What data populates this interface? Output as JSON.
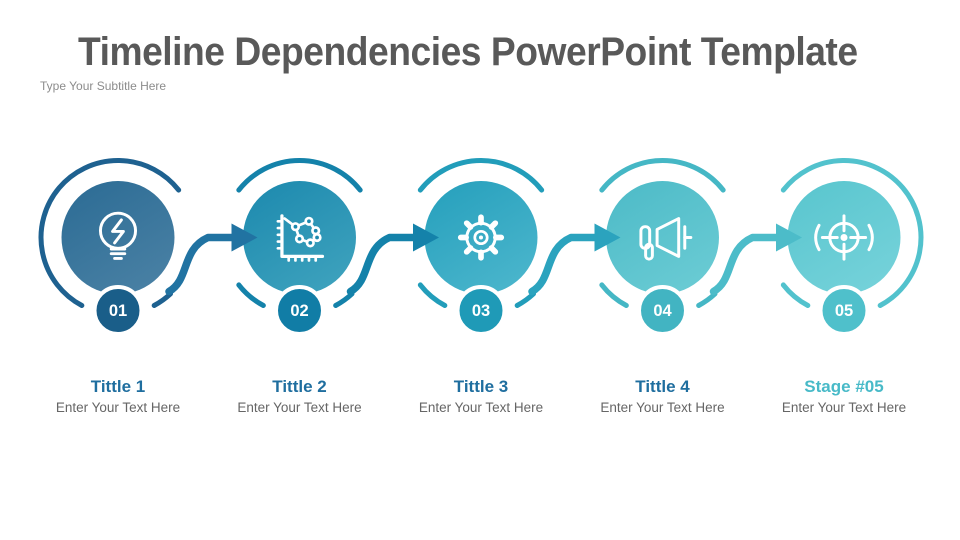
{
  "slide": {
    "title": "Timeline Dependencies PowerPoint Template",
    "subtitle": "Type Your Subtitle Here",
    "title_color": "#595959",
    "subtitle_color": "#8C8C8C",
    "background": "#FFFFFF"
  },
  "body_text_color": "#666666",
  "stages": [
    {
      "number": "01",
      "title": "Tittle 1",
      "body": "Enter Your Text Here",
      "icon": "lightbulb-icon",
      "title_color": "#1F6E9F",
      "ring_color": "#1E6190",
      "fill_from": "#2B6B94",
      "fill_to": "#477FA3",
      "badge_color": "#1A5E89",
      "connector_color": "#2173A2"
    },
    {
      "number": "02",
      "title": "Tittle 2",
      "body": "Enter Your Text Here",
      "icon": "chart-icon",
      "title_color": "#1F6E9F",
      "ring_color": "#1482AA",
      "fill_from": "#1C89AE",
      "fill_to": "#3BA0BC",
      "badge_color": "#117DA6",
      "connector_color": "#1482AA"
    },
    {
      "number": "03",
      "title": "Tittle 3",
      "body": "Enter Your Text Here",
      "icon": "gear-icon",
      "title_color": "#1F6E9F",
      "ring_color": "#229DBA",
      "fill_from": "#259FBC",
      "fill_to": "#48B4CB",
      "badge_color": "#1F9AB7",
      "connector_color": "#2BA3BE"
    },
    {
      "number": "04",
      "title": "Tittle 4",
      "body": "Enter Your Text Here",
      "icon": "megaphone-icon",
      "title_color": "#1F6E9F",
      "ring_color": "#45B7C5",
      "fill_from": "#4CBAC7",
      "fill_to": "#68CAD3",
      "badge_color": "#42B4C2",
      "connector_color": "#4CBCC9"
    },
    {
      "number": "05",
      "title": "Stage #05",
      "body": "Enter Your Text Here",
      "icon": "target-icon",
      "title_color": "#48BAC8",
      "ring_color": "#52C2CD",
      "fill_from": "#58C5CE",
      "fill_to": "#73D1D9",
      "badge_color": "#4FC0CB",
      "connector_color": null
    }
  ]
}
